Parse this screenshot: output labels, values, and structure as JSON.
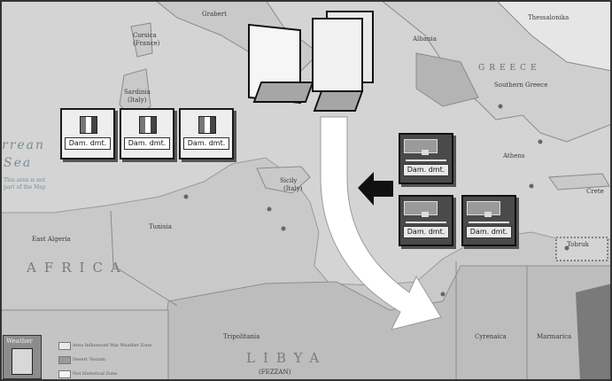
{
  "regions": {
    "africa": "AFRICA",
    "libya": "LIBYA",
    "greece": "GREECE",
    "sea_big": "rrean",
    "sea_big2": "Sea",
    "sea_small": "This area is not part of the Map",
    "east_algeria": "East Algeria",
    "tunisia": "Tunisia",
    "tripolitania": "Tripolitania",
    "cyrenaica": "Cyrenaica",
    "marmarica": "Marmarica",
    "sicily": "Sicily",
    "sicily_sub": "(Italy)",
    "sardinia": "Sardinia",
    "sardinia_sub": "(Italy)",
    "corsica": "Corsica",
    "corsica_sub": "(France)",
    "thessalonika": "Thessalonika",
    "albania": "Albania",
    "southern_greece": "Southern Greece",
    "athens": "Athens",
    "crete": "Crete",
    "tobruk": "Tobruk",
    "fezzan": "(FEZZAN)",
    "gibraltar_fragment": "Grabert"
  },
  "counters": {
    "italian_army": [
      {
        "label": "Dam. dmt."
      },
      {
        "label": "Dam. dmt."
      },
      {
        "label": "Dam. dmt."
      }
    ],
    "naval": [
      {
        "label": "Dam. dmt."
      },
      {
        "label": "Dam. dmt."
      },
      {
        "label": "Dam. dmt."
      }
    ]
  },
  "weather": {
    "title": "Weather",
    "legend": [
      "Area Influenced War Weather Zone",
      "Desert Terrain",
      "Not Historical Zone"
    ]
  },
  "colors": {
    "sea": "#d6d6d6",
    "land": "#c8c8c8",
    "africa_land": "#c2c2c2",
    "arrow": "#ffffff",
    "counter_light": "#eeeeee",
    "counter_dark": "#4a4a4a"
  }
}
